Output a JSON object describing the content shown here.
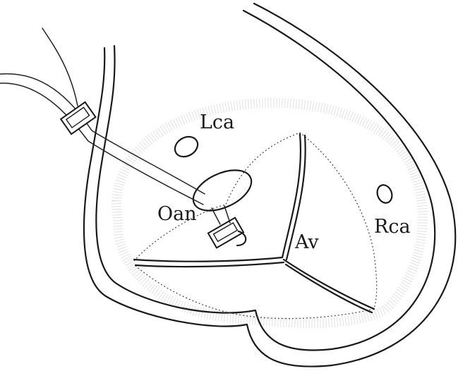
{
  "labels": {
    "lca": "Lca",
    "rca": "Rca",
    "oan": "Oan",
    "av": "Av"
  }
}
